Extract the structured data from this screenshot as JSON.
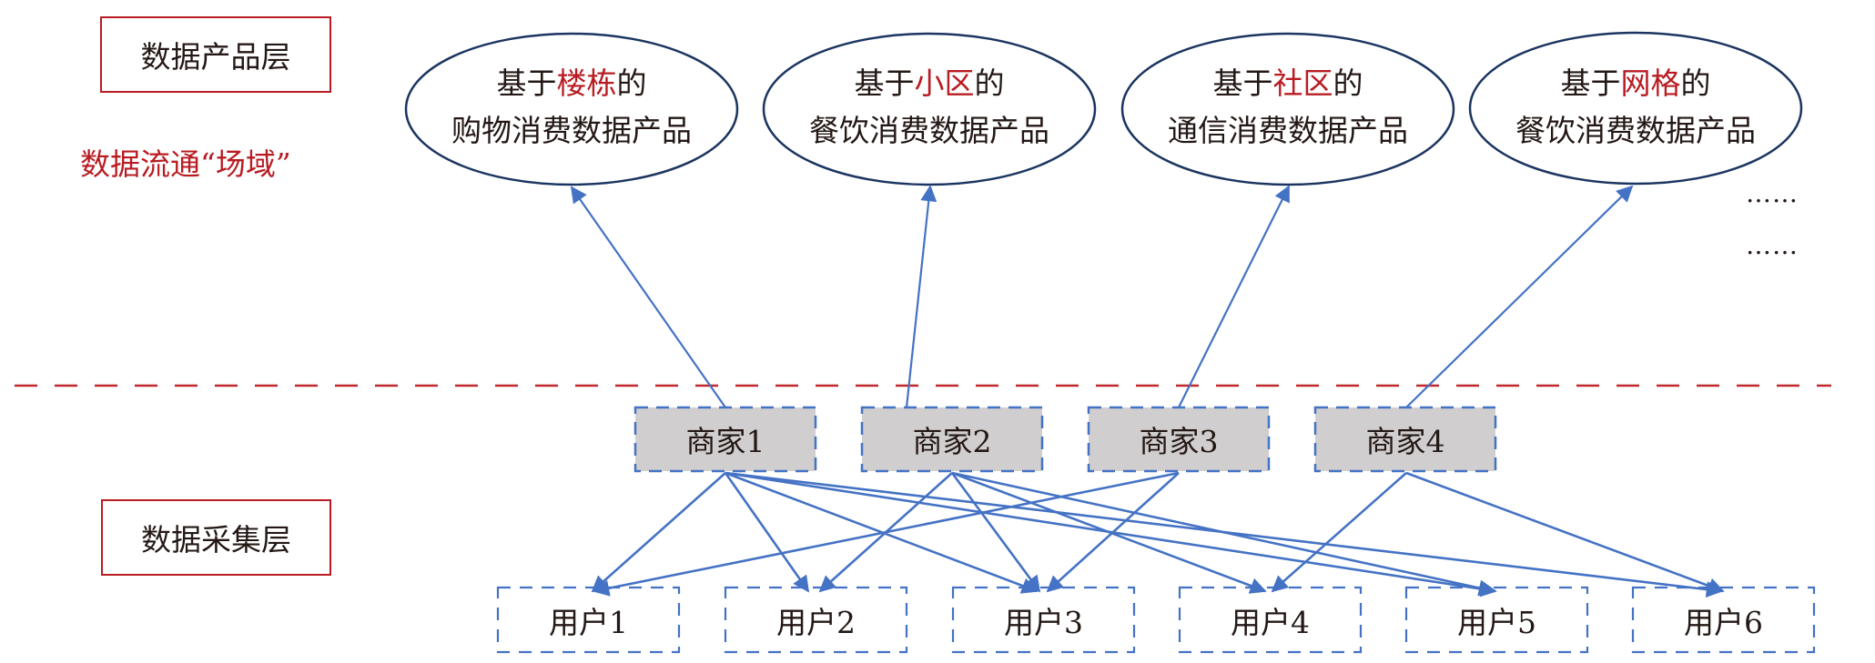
{
  "layers": {
    "product_layer_label": "数据产品层",
    "collection_layer_label": "数据采集层",
    "field_label": "数据流通“场域”"
  },
  "products": [
    {
      "prefix": "基于",
      "highlight": "楼栋",
      "suffix": "的",
      "line2": "购物消费数据产品"
    },
    {
      "prefix": "基于",
      "highlight": "小区",
      "suffix": "的",
      "line2": "餐饮消费数据产品"
    },
    {
      "prefix": "基于",
      "highlight": "社区",
      "suffix": "的",
      "line2": "通信消费数据产品"
    },
    {
      "prefix": "基于",
      "highlight": "网格",
      "suffix": "的",
      "line2": "餐饮消费数据产品"
    }
  ],
  "more_products": [
    "……",
    "……"
  ],
  "merchants": [
    {
      "label": "商家1",
      "feeds_product": 0,
      "serves_users": [
        0,
        1,
        2,
        4,
        5
      ]
    },
    {
      "label": "商家2",
      "feeds_product": 1,
      "serves_users": [
        1,
        2,
        3,
        4
      ]
    },
    {
      "label": "商家3",
      "feeds_product": 2,
      "serves_users": [
        0,
        2
      ]
    },
    {
      "label": "商家4",
      "feeds_product": 3,
      "serves_users": [
        3,
        5
      ]
    }
  ],
  "users": [
    {
      "label": "用户1"
    },
    {
      "label": "用户2"
    },
    {
      "label": "用户3"
    },
    {
      "label": "用户4"
    },
    {
      "label": "用户5"
    },
    {
      "label": "用户6"
    }
  ],
  "colors": {
    "layer_border": "#b81c22",
    "highlight_text": "#b81c22",
    "divider": "#c0282d",
    "ellipse_stroke": "#1b3560",
    "arrow": "#4472c4",
    "merchant_fill": "#d0cece",
    "node_border": "#4472c4"
  }
}
